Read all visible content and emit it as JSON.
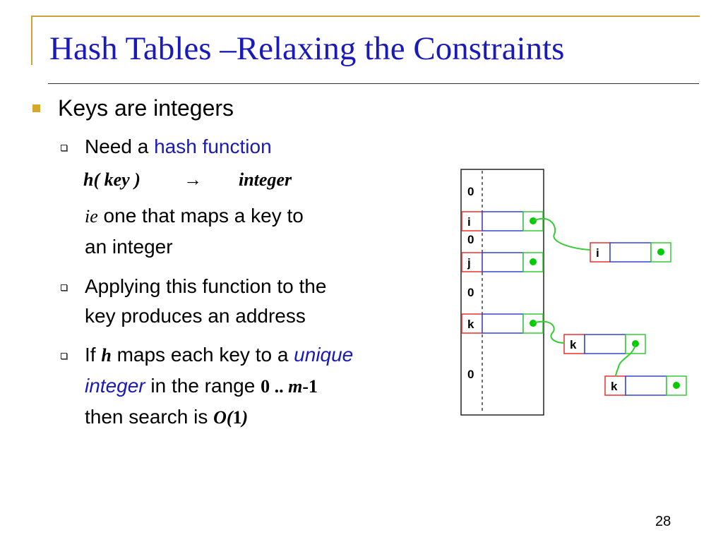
{
  "slide": {
    "title": "Hash Tables –Relaxing the Constraints",
    "page_number": "28"
  },
  "bullets": {
    "main": "Keys are integers",
    "sub1_prefix": "Need a ",
    "sub1_highlight": "hash function",
    "formula_lhs": "h( key )",
    "formula_arrow": "→",
    "formula_rhs": "integer",
    "ie_word": "ie",
    "ie_line1": " one that maps a key to",
    "ie_line2": "an integer",
    "sub2_line1": "Applying this function to the",
    "sub2_line2": "key produces an address",
    "sub3_if": "If ",
    "sub3_h": "h",
    "sub3_mid": " maps each key to a ",
    "sub3_unique": "unique",
    "sub3_integer": "integer",
    "sub3_range_text": " in the range ",
    "sub3_zero": "0",
    "sub3_dots": " .. ",
    "sub3_m": "m",
    "sub3_minus1": "-1",
    "sub3_then": "then search is ",
    "sub3_O": "O(",
    "sub3_one": "1",
    "sub3_close": ")"
  },
  "diagram": {
    "slot_labels": [
      "0",
      "i",
      "0",
      "j",
      "0",
      "k",
      "0"
    ],
    "chain_nodes": [
      "i",
      "k",
      "k"
    ],
    "colors": {
      "key_box": "#e83030",
      "data_box": "#3344cc",
      "pointer_box": "#33cc33",
      "pointer_dot": "#00cc00",
      "link": "#33cc33"
    }
  }
}
